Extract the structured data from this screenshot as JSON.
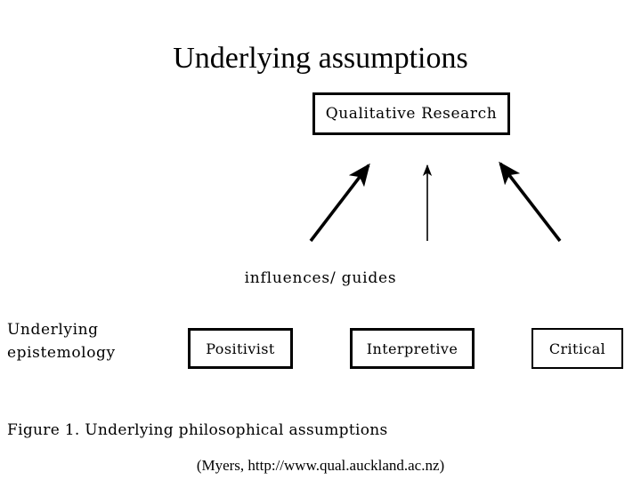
{
  "slide": {
    "title": "Underlying assumptions",
    "background_color": "#ffffff",
    "ink_color": "#000000"
  },
  "diagram": {
    "top_node": {
      "label": "Qualitative Research"
    },
    "relation_label": "influences/ guides",
    "row_label": {
      "line1": "Underlying",
      "line2": "epistemology"
    },
    "epistemologies": [
      {
        "label": "Positivist"
      },
      {
        "label": "Interpretive"
      },
      {
        "label": "Critical"
      }
    ],
    "arrows": [
      {
        "name": "positivist-to-qualitative",
        "direction": "up-right"
      },
      {
        "name": "interpretive-to-qualitative",
        "direction": "up"
      },
      {
        "name": "critical-to-qualitative",
        "direction": "up-left"
      }
    ]
  },
  "caption": "Figure 1. Underlying philosophical assumptions",
  "source": "(Myers, http://www.qual.auckland.ac.nz)"
}
